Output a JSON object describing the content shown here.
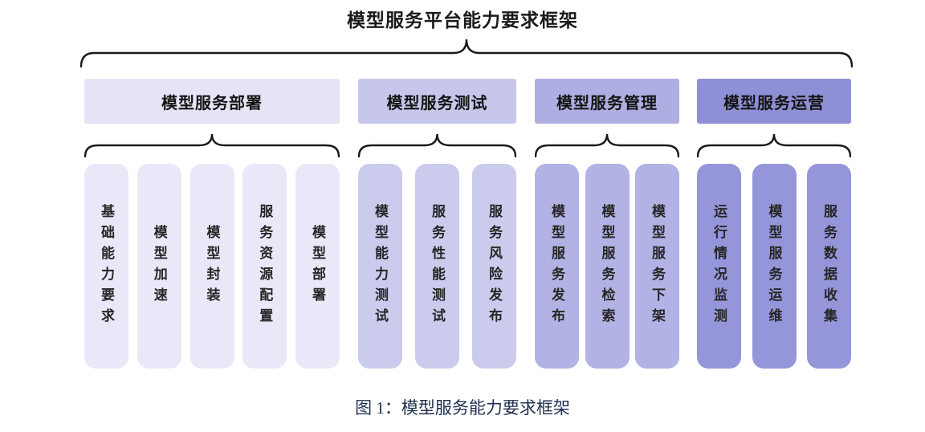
{
  "title": "模型服务平台能力要求框架",
  "caption": "图 1：模型服务能力要求框架",
  "colors": {
    "brace": "#1a1a1a",
    "caption_text": "#1f3050"
  },
  "groups": [
    {
      "label": "模型服务部署",
      "header_color": "#e4e4f6",
      "item_color": "#e8e8f8",
      "items": [
        "基础能力要求",
        "模型加速",
        "模型封装",
        "服务资源配置",
        "模型部署"
      ]
    },
    {
      "label": "模型服务测试",
      "header_color": "#c7c7ec",
      "item_color": "#cbcbee",
      "items": [
        "模型能力测试",
        "服务性能测试",
        "服务风险发布"
      ]
    },
    {
      "label": "模型服务管理",
      "header_color": "#aeaee2",
      "item_color": "#b2b2e4",
      "items": [
        "模型服务发布",
        "模型服务检索",
        "模型服务下架"
      ]
    },
    {
      "label": "模型服务运营",
      "header_color": "#8f8fd6",
      "item_color": "#9595da",
      "items": [
        "运行情况监测",
        "模型服务运维",
        "服务数据收集"
      ]
    }
  ]
}
